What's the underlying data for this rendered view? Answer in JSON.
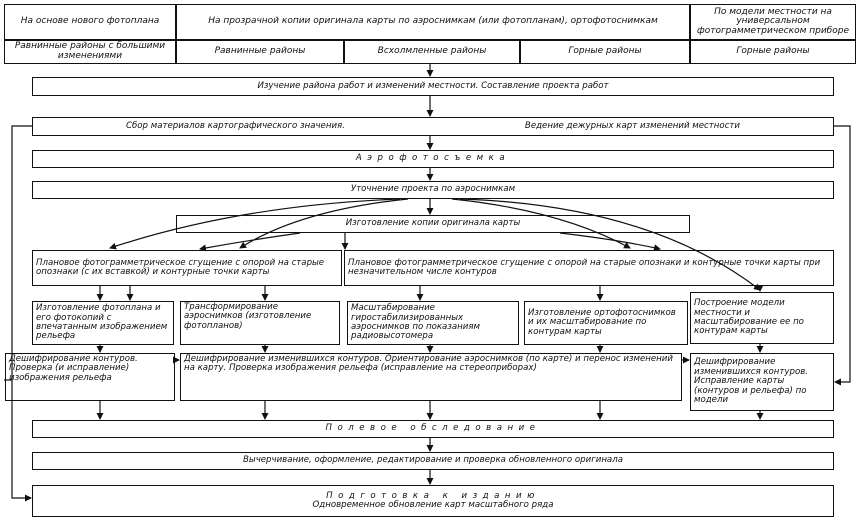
{
  "header": {
    "col1_top": "На основе нового фотоплана",
    "col1_bottom": "Равнинные районы с большими изменениями",
    "middle_top": "На прозрачной копии оригинала карты по аэроснимкам (или фотопланам), ортофотоснимкам",
    "sub_plain": "Равнинные районы",
    "sub_hilly": "Всхолмленные районы",
    "sub_mountain": "Горные районы",
    "col5_top": "По модели местности на универсальном фотограмметрическом приборе",
    "col5_bottom": "Горные районы"
  },
  "steps": {
    "study": "Изучение района работ и изменений местности. Составление проекта работ",
    "collect": "Сбор материалов картографического значения.",
    "duty_maps": "Ведение дежурных карт изменений местности",
    "aerial": "Аэрофотосъемка",
    "refine": "Уточнение проекта по аэроснимкам",
    "copy": "Изготовление копии оригинала карты",
    "densify_left": "Плановое фотограмметрическое сгущение с опорой на старые опознаки (с их вставкой) и контурные точки карты",
    "densify_right": "Плановое фотограмметрическое сгущение с опорой на старые опознаки и контурные точки карты при незначительном числе контуров",
    "photoplan": "Изготовление фотоплана и его фотокопий с впечатанным изображением рельефа",
    "transform": "Трансформирование аэроснимков (изготовление фотопланов)",
    "scaling": "Масштабирование гиростабилизированных аэроснимков по показаниям радиовысотомера",
    "ortho": "Изготовление ортофотоснимков и их масштабирование по контурам карты",
    "model": "Построение модели местности и масштабирование ее по контурам карты",
    "interp_left": "Дешифрирование контуров. Проверка (и исправление) изображения рельефа",
    "interp_mid": "Дешифрирование изменившихся контуров. Ориентирование аэроснимков (по карте) и перенос изменений на карту. Проверка изображения рельефа (исправление на стереоприборах)",
    "interp_right": "Дешифрирование изменившихся контуров. Исправление карты (контуров и рельефа) по модели",
    "field": "Полевое обследование",
    "drafting": "Вычерчивание, оформление, редактирование и проверка обновленного оригинала",
    "print_prep": "Подготовка к изданию",
    "simultaneous": "Одновременное обновление карт масштабного ряда"
  }
}
